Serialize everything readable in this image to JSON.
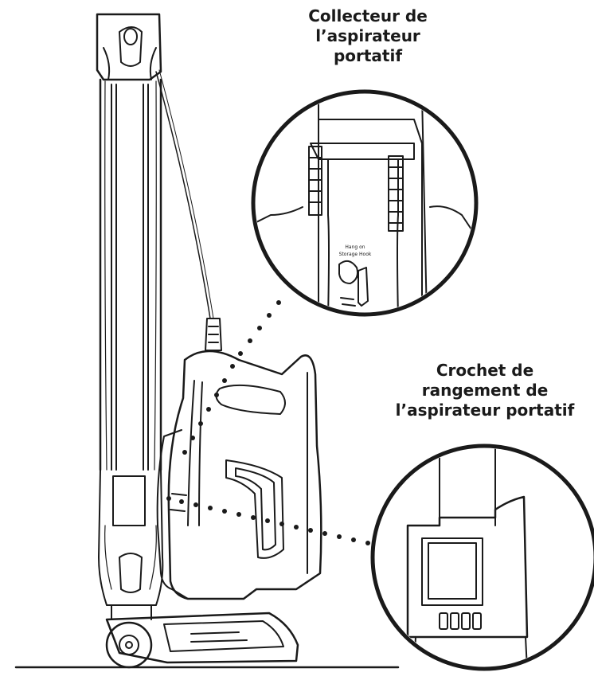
{
  "callouts": {
    "top": {
      "lines": [
        "Collecteur de",
        "l’aspirateur",
        "portatif"
      ]
    },
    "bottom": {
      "lines": [
        "Crochet de",
        "rangement de",
        "l’aspirateur portatif"
      ]
    }
  },
  "inset_sticker": {
    "lines": [
      "Hang on",
      "Storage Hook"
    ]
  },
  "colors": {
    "line": "#1a1a1a",
    "background": "#ffffff"
  }
}
